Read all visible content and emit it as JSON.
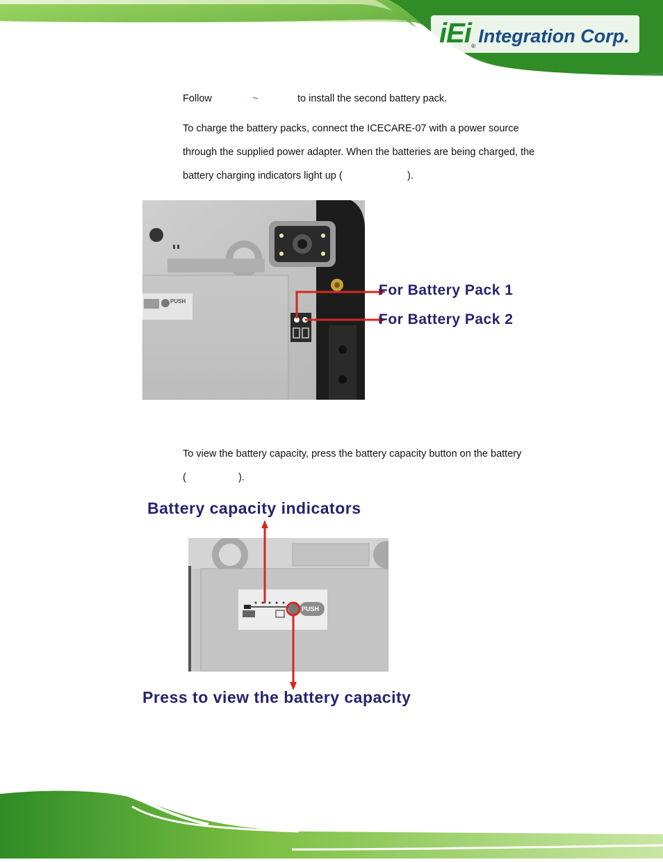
{
  "header": {
    "logo_brand": "iEi",
    "logo_reg": "®",
    "logo_name": "Integration Corp."
  },
  "body": {
    "step_follow": {
      "prefix": "Follow",
      "tilde": "~",
      "suffix": "to install the second battery pack."
    },
    "charge_lines": [
      "To charge the battery packs, connect the ICECARE-07 with a power source",
      "through the supplied power adapter. When the batteries are being charged, the",
      "battery charging indicators light up ("
    ],
    "charge_close": ").",
    "view_lines": [
      "To view the battery capacity, press the battery capacity button on the battery",
      "("
    ],
    "view_close": ")."
  },
  "figure1": {
    "label_pack1": "For Battery Pack 1",
    "label_pack2": "For Battery Pack 2",
    "push_label": "PUSH"
  },
  "figure2": {
    "top_label": "Battery capacity indicators",
    "bottom_label": "Press to view the battery capacity",
    "push_label": "PUSH"
  },
  "colors": {
    "callout_text": "#27226e",
    "arrow": "#d12a20",
    "brand_green": "#1f8a2a"
  }
}
